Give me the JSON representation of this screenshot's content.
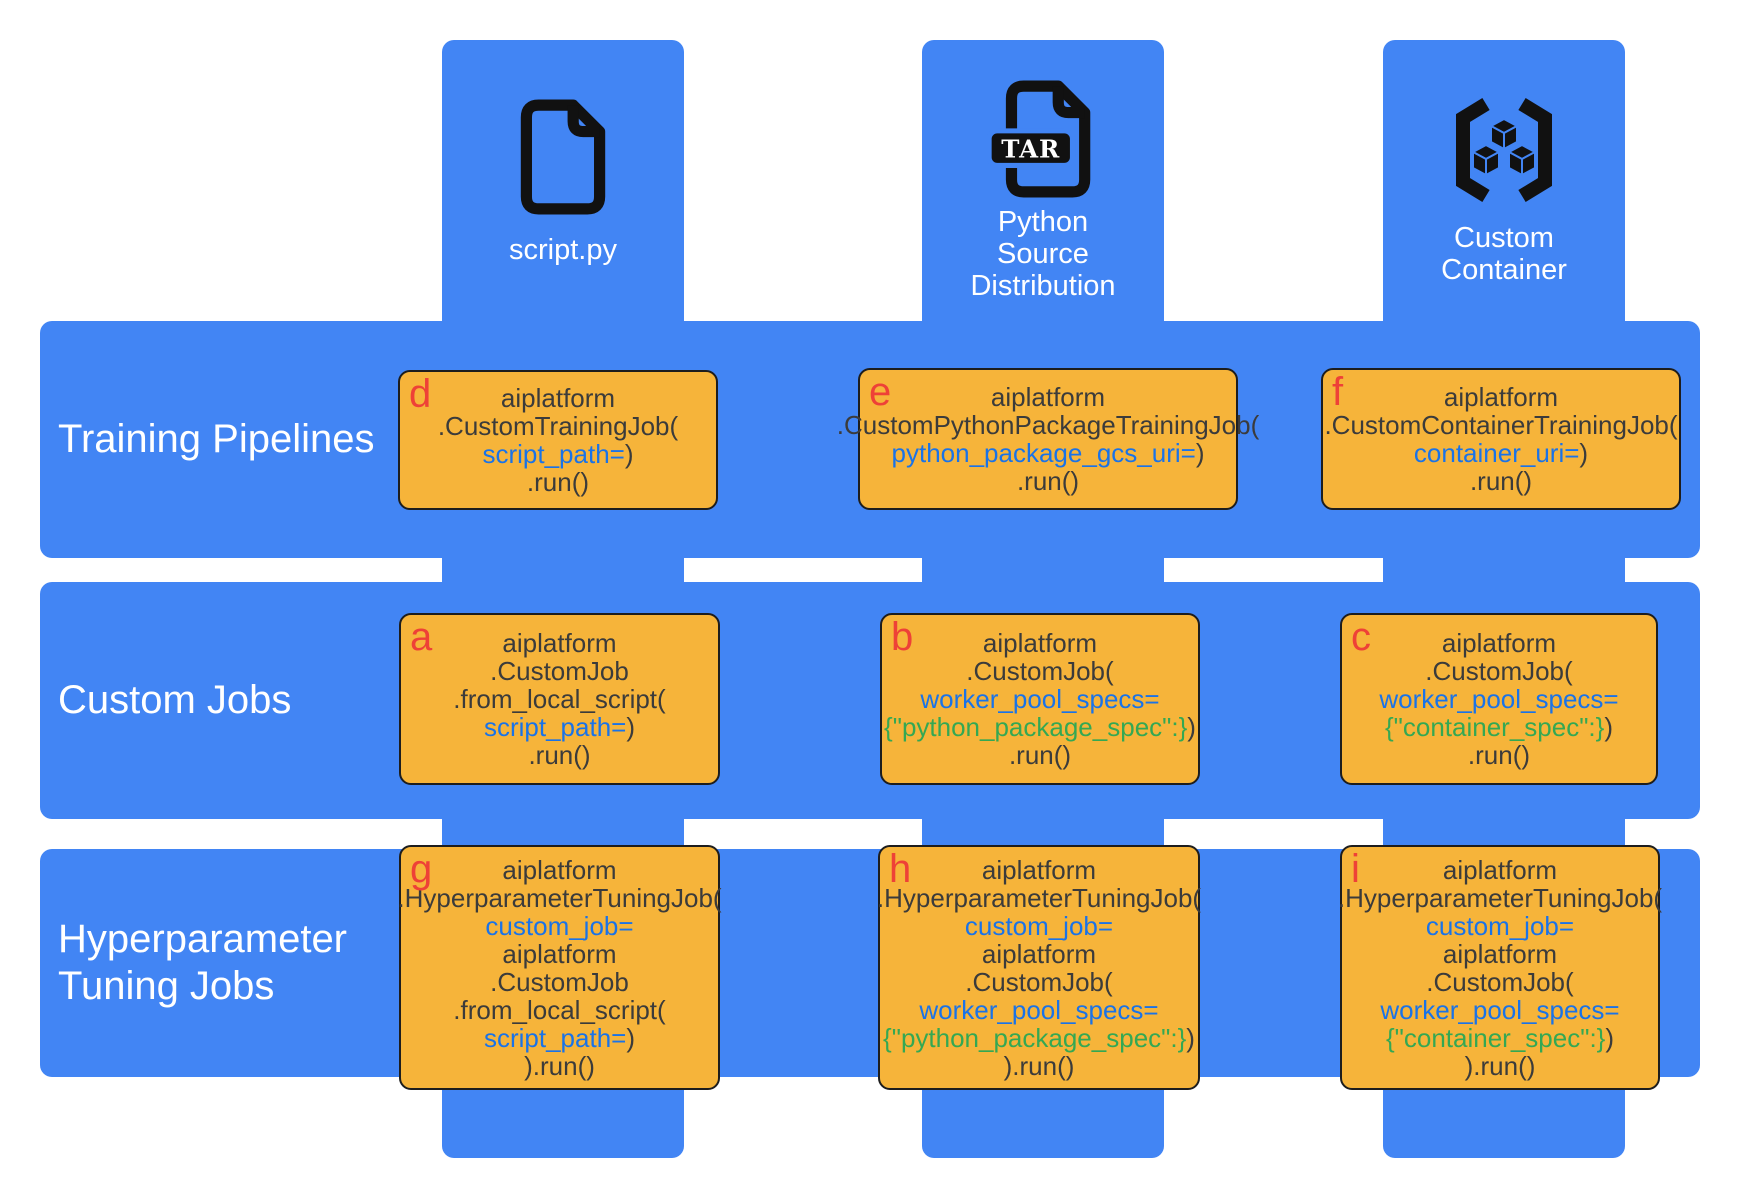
{
  "colors": {
    "blue": "#4285F4",
    "orange": "#F6B43A",
    "box-border": "#1D1D1D",
    "letter-red": "#EE4137",
    "code-dark": "#3B3B3B",
    "code-blue": "#1A73E8",
    "code-green": "#34A853",
    "text-white": "#FFFFFF",
    "icon-black": "#111111",
    "background": "#FFFFFF"
  },
  "columns": [
    {
      "id": "script-py",
      "label": "script.py",
      "icon": "file-icon"
    },
    {
      "id": "python-source-distribution",
      "label": "Python Source Distribution",
      "icon": "tar-file-icon",
      "badge": "TAR"
    },
    {
      "id": "custom-container",
      "label": "Custom Container",
      "icon": "container-icon"
    }
  ],
  "rows": [
    {
      "id": "training-pipelines",
      "label": "Training Pipelines"
    },
    {
      "id": "custom-jobs",
      "label": "Custom Jobs"
    },
    {
      "id": "hyperparameter-tuning-jobs",
      "label": "Hyperparameter Tuning Jobs"
    }
  ],
  "boxes": [
    {
      "letter": "d",
      "row": "training-pipelines",
      "column": "script-py",
      "lines": [
        [
          {
            "t": "aiplatform",
            "c": "dark"
          }
        ],
        [
          {
            "t": ".CustomTrainingJob(",
            "c": "dark"
          }
        ],
        [
          {
            "t": "script_path=",
            "c": "blue"
          },
          {
            "t": ")",
            "c": "dark"
          }
        ],
        [
          {
            "t": ".run()",
            "c": "dark"
          }
        ]
      ]
    },
    {
      "letter": "e",
      "row": "training-pipelines",
      "column": "python-source-distribution",
      "lines": [
        [
          {
            "t": "aiplatform",
            "c": "dark"
          }
        ],
        [
          {
            "t": ".CustomPythonPackageTrainingJob(",
            "c": "dark"
          }
        ],
        [
          {
            "t": "python_package_gcs_uri=",
            "c": "blue"
          },
          {
            "t": ")",
            "c": "dark"
          }
        ],
        [
          {
            "t": ".run()",
            "c": "dark"
          }
        ]
      ]
    },
    {
      "letter": "f",
      "row": "training-pipelines",
      "column": "custom-container",
      "lines": [
        [
          {
            "t": "aiplatform",
            "c": "dark"
          }
        ],
        [
          {
            "t": ".CustomContainerTrainingJob(",
            "c": "dark"
          }
        ],
        [
          {
            "t": "container_uri=",
            "c": "blue"
          },
          {
            "t": ")",
            "c": "dark"
          }
        ],
        [
          {
            "t": ".run()",
            "c": "dark"
          }
        ]
      ]
    },
    {
      "letter": "a",
      "row": "custom-jobs",
      "column": "script-py",
      "lines": [
        [
          {
            "t": "aiplatform",
            "c": "dark"
          }
        ],
        [
          {
            "t": ".CustomJob",
            "c": "dark"
          }
        ],
        [
          {
            "t": ".from_local_script(",
            "c": "dark"
          }
        ],
        [
          {
            "t": "script_path=",
            "c": "blue"
          },
          {
            "t": ")",
            "c": "dark"
          }
        ],
        [
          {
            "t": ".run()",
            "c": "dark"
          }
        ]
      ]
    },
    {
      "letter": "b",
      "row": "custom-jobs",
      "column": "python-source-distribution",
      "lines": [
        [
          {
            "t": "aiplatform",
            "c": "dark"
          }
        ],
        [
          {
            "t": ".CustomJob(",
            "c": "dark"
          }
        ],
        [
          {
            "t": "worker_pool_specs=",
            "c": "blue"
          }
        ],
        [
          {
            "t": "{\"python_package_spec\":}",
            "c": "green"
          },
          {
            "t": ")",
            "c": "dark"
          }
        ],
        [
          {
            "t": ".run()",
            "c": "dark"
          }
        ]
      ]
    },
    {
      "letter": "c",
      "row": "custom-jobs",
      "column": "custom-container",
      "lines": [
        [
          {
            "t": "aiplatform",
            "c": "dark"
          }
        ],
        [
          {
            "t": ".CustomJob(",
            "c": "dark"
          }
        ],
        [
          {
            "t": "worker_pool_specs=",
            "c": "blue"
          }
        ],
        [
          {
            "t": "{\"container_spec\":}",
            "c": "green"
          },
          {
            "t": ")",
            "c": "dark"
          }
        ],
        [
          {
            "t": ".run()",
            "c": "dark"
          }
        ]
      ]
    },
    {
      "letter": "g",
      "row": "hyperparameter-tuning-jobs",
      "column": "script-py",
      "lines": [
        [
          {
            "t": "aiplatform",
            "c": "dark"
          }
        ],
        [
          {
            "t": ".HyperparameterTuningJob(",
            "c": "dark"
          }
        ],
        [
          {
            "t": "custom_job=",
            "c": "blue"
          }
        ],
        [
          {
            "t": "aiplatform",
            "c": "dark"
          }
        ],
        [
          {
            "t": ".CustomJob",
            "c": "dark"
          }
        ],
        [
          {
            "t": ".from_local_script(",
            "c": "dark"
          }
        ],
        [
          {
            "t": "script_path=",
            "c": "blue"
          },
          {
            "t": ")",
            "c": "dark"
          }
        ],
        [
          {
            "t": ").run()",
            "c": "dark"
          }
        ]
      ]
    },
    {
      "letter": "h",
      "row": "hyperparameter-tuning-jobs",
      "column": "python-source-distribution",
      "lines": [
        [
          {
            "t": "aiplatform",
            "c": "dark"
          }
        ],
        [
          {
            "t": ".HyperparameterTuningJob(",
            "c": "dark"
          }
        ],
        [
          {
            "t": "custom_job=",
            "c": "blue"
          }
        ],
        [
          {
            "t": "aiplatform",
            "c": "dark"
          }
        ],
        [
          {
            "t": ".CustomJob(",
            "c": "dark"
          }
        ],
        [
          {
            "t": "worker_pool_specs=",
            "c": "blue"
          }
        ],
        [
          {
            "t": "{\"python_package_spec\":}",
            "c": "green"
          },
          {
            "t": ")",
            "c": "dark"
          }
        ],
        [
          {
            "t": ").run()",
            "c": "dark"
          }
        ]
      ]
    },
    {
      "letter": "i",
      "row": "hyperparameter-tuning-jobs",
      "column": "custom-container",
      "lines": [
        [
          {
            "t": "aiplatform",
            "c": "dark"
          }
        ],
        [
          {
            "t": ".HyperparameterTuningJob(",
            "c": "dark"
          }
        ],
        [
          {
            "t": "custom_job=",
            "c": "blue"
          }
        ],
        [
          {
            "t": "aiplatform",
            "c": "dark"
          }
        ],
        [
          {
            "t": ".CustomJob(",
            "c": "dark"
          }
        ],
        [
          {
            "t": "worker_pool_specs=",
            "c": "blue"
          }
        ],
        [
          {
            "t": "{\"container_spec\":}",
            "c": "green"
          },
          {
            "t": ")",
            "c": "dark"
          }
        ],
        [
          {
            "t": ").run()",
            "c": "dark"
          }
        ]
      ]
    }
  ]
}
